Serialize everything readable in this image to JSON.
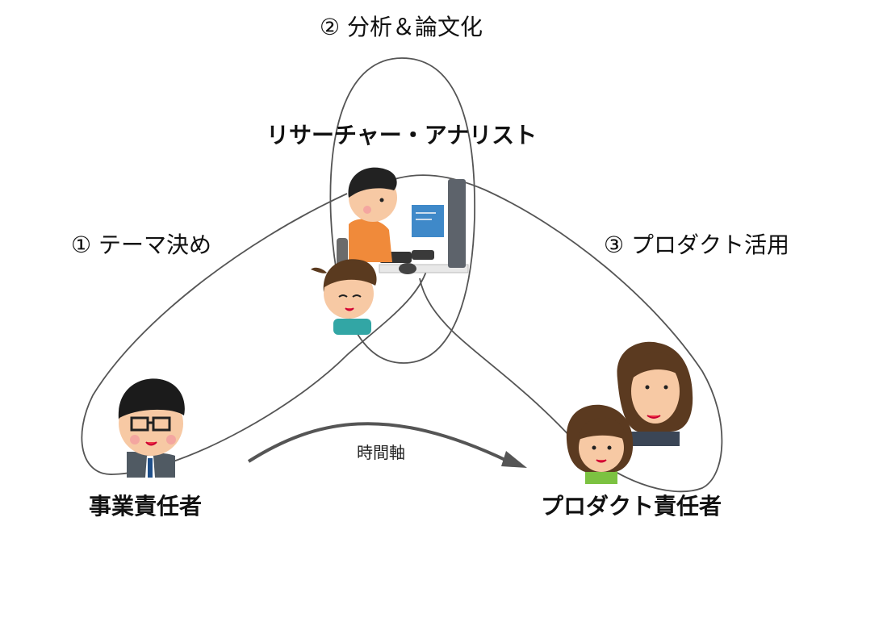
{
  "phases": {
    "analysis": "② 分析＆論文化",
    "theme": "① テーマ決め",
    "product_use": "③ プロダクト活用"
  },
  "roles": {
    "researcher": "リサーチャー・アナリスト",
    "business_owner": "事業責任者",
    "product_owner": "プロダクト責任者"
  },
  "time_axis": "時間軸"
}
